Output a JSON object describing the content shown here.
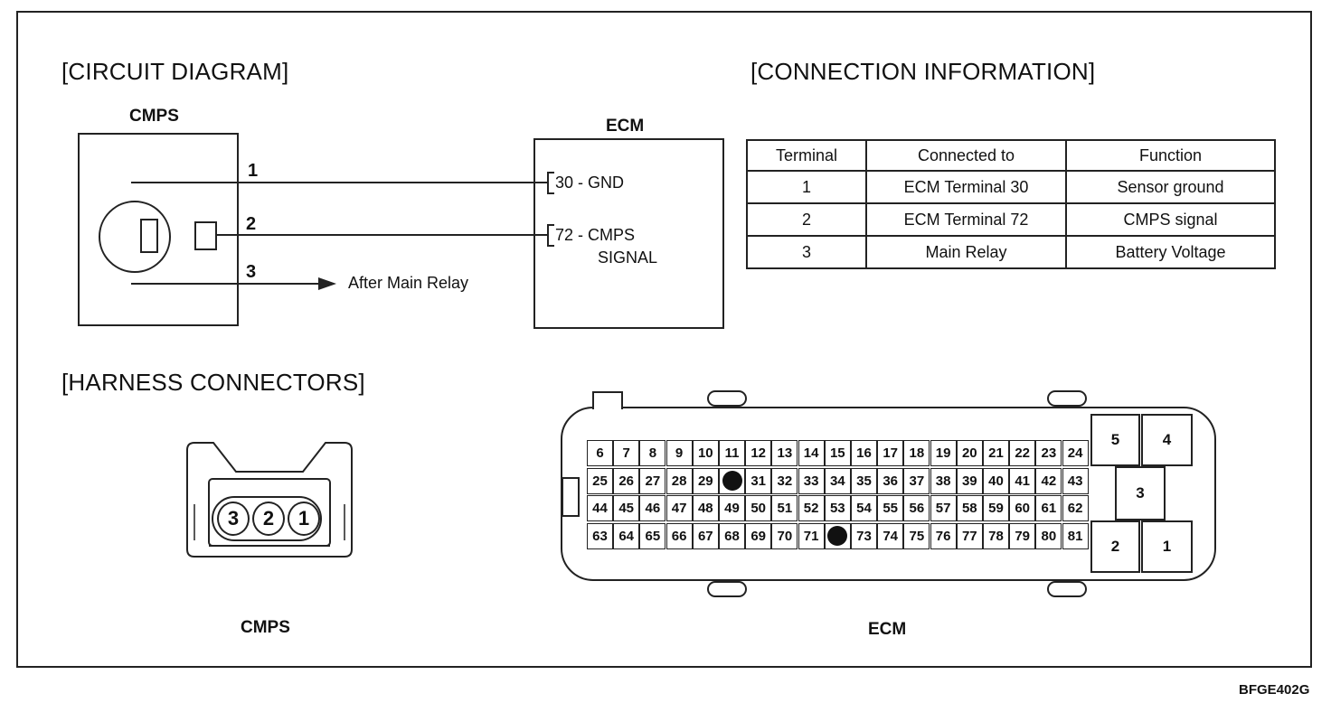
{
  "headings": {
    "circuit": "[CIRCUIT DIAGRAM]",
    "connection": "[CONNECTION INFORMATION]",
    "harness": "[HARNESS CONNECTORS]"
  },
  "circuit": {
    "sensor_label": "CMPS",
    "ecm_label": "ECM",
    "wire_numbers": [
      "1",
      "2",
      "3"
    ],
    "ecm_pin_30": "30 - GND",
    "ecm_pin_72_a": "72 -  CMPS",
    "ecm_pin_72_b": "SIGNAL",
    "after_relay": "After Main Relay"
  },
  "connection_table": {
    "headers": [
      "Terminal",
      "Connected to",
      "Function"
    ],
    "rows": [
      [
        "1",
        "ECM Terminal 30",
        "Sensor ground"
      ],
      [
        "2",
        "ECM Terminal 72",
        "CMPS signal"
      ],
      [
        "3",
        "Main Relay",
        "Battery Voltage"
      ]
    ]
  },
  "harness": {
    "cmps_pins": [
      "3",
      "2",
      "1"
    ],
    "cmps_label": "CMPS",
    "ecm_label": "ECM",
    "ecm_rows": [
      [
        "6",
        "7",
        "8",
        "9",
        "10",
        "11",
        "12",
        "13",
        "14",
        "15",
        "16",
        "17",
        "18",
        "19",
        "20",
        "21",
        "22",
        "23",
        "24"
      ],
      [
        "25",
        "26",
        "27",
        "28",
        "29",
        "",
        "31",
        "32",
        "33",
        "34",
        "35",
        "36",
        "37",
        "38",
        "39",
        "40",
        "41",
        "42",
        "43"
      ],
      [
        "44",
        "45",
        "46",
        "47",
        "48",
        "49",
        "50",
        "51",
        "52",
        "53",
        "54",
        "55",
        "56",
        "57",
        "58",
        "59",
        "60",
        "61",
        "62"
      ],
      [
        "63",
        "64",
        "65",
        "66",
        "67",
        "68",
        "69",
        "70",
        "71",
        "",
        "73",
        "74",
        "75",
        "76",
        "77",
        "78",
        "79",
        "80",
        "81"
      ]
    ],
    "ecm_filled_pins": [
      "30",
      "72"
    ],
    "ecm_power_pins": [
      "5",
      "4",
      "3",
      "2",
      "1"
    ]
  },
  "figure_code": "BFGE402G"
}
